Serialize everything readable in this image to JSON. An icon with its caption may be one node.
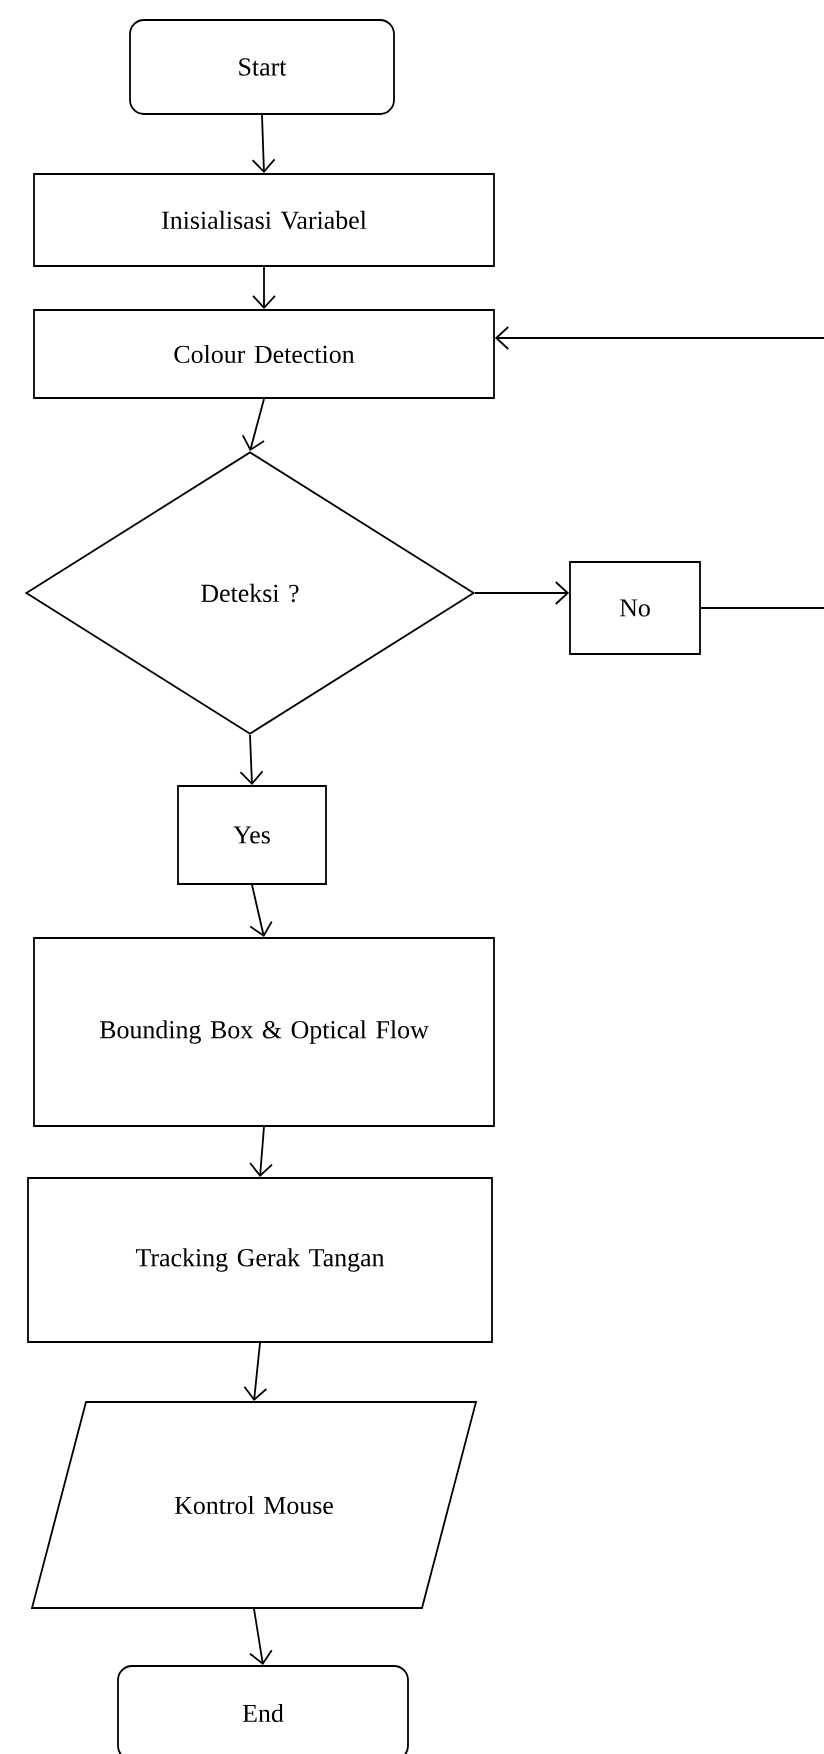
{
  "diagram": {
    "nodes": [
      {
        "text": [
          "Start"
        ]
      },
      {
        "text": [
          "Inisialisasi Variabel"
        ]
      },
      {
        "text": [
          "Colour Detection"
        ]
      },
      {
        "text": [
          "Deteksi ?"
        ]
      },
      {
        "text": [
          "No"
        ]
      },
      {
        "text": [
          "Yes"
        ]
      },
      {
        "text": [
          "Bounding Box & Optical Flow"
        ]
      },
      {
        "text": [
          "Tracking Gerak Tangan"
        ]
      },
      {
        "text": [
          "Kontrol Mouse"
        ]
      },
      {
        "text": [
          "End"
        ]
      }
    ],
    "edges": [
      {
        "from": 0,
        "to": 1,
        "arrow": "to"
      },
      {
        "from": 1,
        "to": 2,
        "arrow": "to"
      },
      {
        "from": 2,
        "to": 3,
        "arrow": "to"
      },
      {
        "from": 3,
        "to": 4,
        "arrow": "to"
      },
      {
        "from": 3,
        "to": 5,
        "arrow": "to"
      },
      {
        "from": 5,
        "to": 6,
        "arrow": "to"
      },
      {
        "from": 6,
        "to": 7,
        "arrow": "to"
      },
      {
        "from": 7,
        "to": 8,
        "arrow": "to"
      },
      {
        "from": 8,
        "to": 9,
        "arrow": "to"
      },
      {
        "from": 4,
        "to": null,
        "arrow": "none"
      },
      {
        "from": null,
        "to": 2,
        "arrow": "to"
      }
    ]
  }
}
